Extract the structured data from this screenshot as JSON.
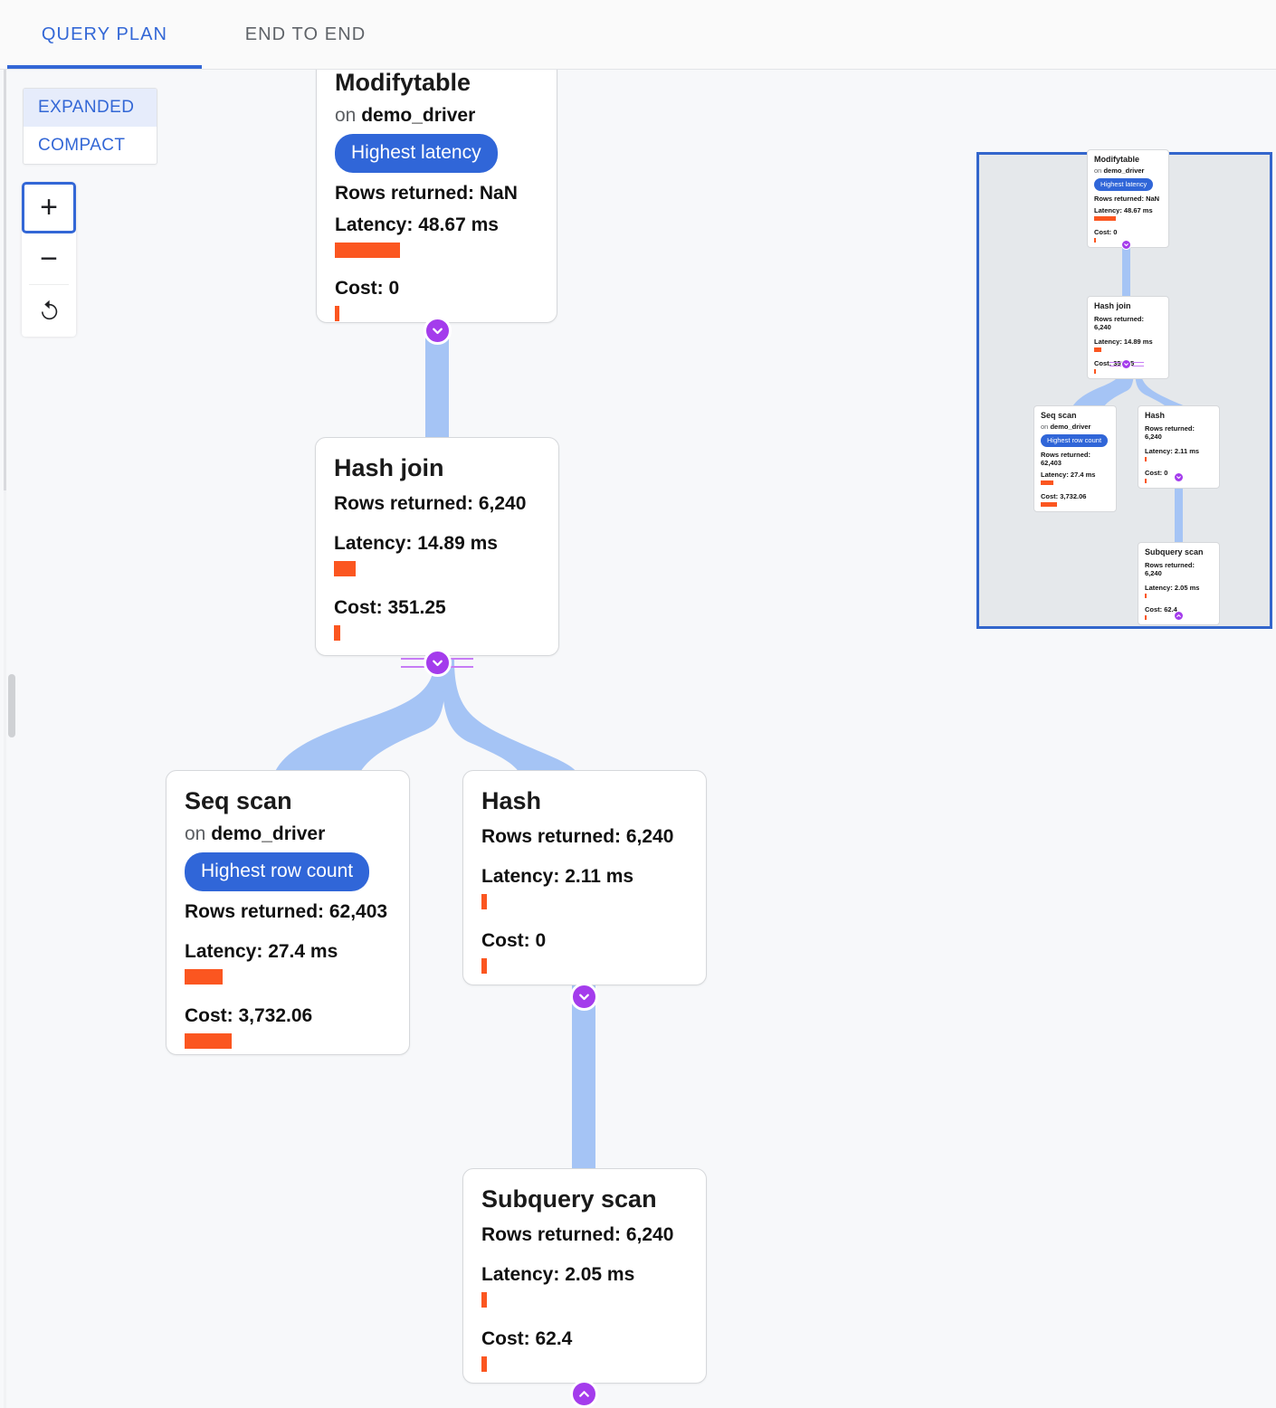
{
  "tabs": [
    {
      "id": "query-plan",
      "label": "QUERY PLAN",
      "active": true
    },
    {
      "id": "end-to-end",
      "label": "END TO END",
      "active": false
    }
  ],
  "view_mode": {
    "expanded_label": "EXPANDED",
    "compact_label": "COMPACT",
    "selected": "EXPANDED"
  },
  "zoom_controls": {
    "zoom_in_label": "+",
    "zoom_out_label": "−",
    "reset_label": "↺"
  },
  "colors": {
    "accent_blue": "#3367d6",
    "badge_blue": "#3066d8",
    "bar_orange": "#fb5620",
    "connector_blue": "#a5c4f5",
    "toggle_purple": "#a43cec",
    "minimap_bg": "#e5e8eb",
    "minimap_border": "#3366cc",
    "canvas_bg": "#f7f8fa"
  },
  "graph": {
    "nodes": [
      {
        "id": "modifytable",
        "title": "Modifytable",
        "on_prefix": "on ",
        "relation": "demo_driver",
        "badge": "Highest latency",
        "rows_label": "Rows returned: NaN",
        "latency_label": "Latency: 48.67 ms",
        "latency_bar_width": 72,
        "cost_label": "Cost: 0",
        "cost_bar_width": 5
      },
      {
        "id": "hash-join",
        "title": "Hash join",
        "on_prefix": null,
        "relation": null,
        "badge": null,
        "rows_label": "Rows returned: 6,240",
        "latency_label": "Latency: 14.89 ms",
        "latency_bar_width": 24,
        "cost_label": "Cost: 351.25",
        "cost_bar_width": 7
      },
      {
        "id": "seq-scan",
        "title": "Seq scan",
        "on_prefix": "on ",
        "relation": "demo_driver",
        "badge": "Highest row count",
        "rows_label": "Rows returned: 62,403",
        "latency_label": "Latency: 27.4 ms",
        "latency_bar_width": 42,
        "cost_label": "Cost: 3,732.06",
        "cost_bar_width": 52
      },
      {
        "id": "hash",
        "title": "Hash",
        "on_prefix": null,
        "relation": null,
        "badge": null,
        "rows_label": "Rows returned: 6,240",
        "latency_label": "Latency: 2.11 ms",
        "latency_bar_width": 6,
        "cost_label": "Cost: 0",
        "cost_bar_width": 5
      },
      {
        "id": "subquery-scan",
        "title": "Subquery scan",
        "on_prefix": null,
        "relation": null,
        "badge": null,
        "rows_label": "Rows returned: 6,240",
        "latency_label": "Latency: 2.05 ms",
        "latency_bar_width": 6,
        "cost_label": "Cost: 62.4",
        "cost_bar_width": 5
      }
    ],
    "edges": [
      {
        "from": "modifytable",
        "to": "hash-join"
      },
      {
        "from": "hash-join",
        "to": "seq-scan"
      },
      {
        "from": "hash-join",
        "to": "hash"
      },
      {
        "from": "hash",
        "to": "subquery-scan"
      }
    ],
    "toggles": [
      {
        "id": "toggle-modifytable",
        "direction": "down"
      },
      {
        "id": "toggle-hash-join",
        "direction": "down",
        "has_double_lines": true
      },
      {
        "id": "toggle-hash",
        "direction": "down"
      },
      {
        "id": "toggle-subquery-scan",
        "direction": "up"
      }
    ]
  },
  "minimap": {
    "visible": true,
    "nodes": [
      {
        "id": "mm-modifytable",
        "title": "Modifytable",
        "on_prefix": "on ",
        "relation": "demo_driver",
        "badge": "Highest latency",
        "rows_label": "Rows returned: NaN",
        "latency_label": "Latency: 48.67 ms",
        "latency_bar_width": 24,
        "cost_label": "Cost: 0",
        "cost_bar_width": 2
      },
      {
        "id": "mm-hash-join",
        "title": "Hash join",
        "on_prefix": null,
        "relation": null,
        "badge": null,
        "rows_label": "Rows returned: 6,240",
        "latency_label": "Latency: 14.89 ms",
        "latency_bar_width": 8,
        "cost_label": "Cost: 351.25",
        "cost_bar_width": 2
      },
      {
        "id": "mm-seq-scan",
        "title": "Seq scan",
        "on_prefix": "on ",
        "relation": "demo_driver",
        "badge": "Highest row count",
        "rows_label": "Rows returned: 62,403",
        "latency_label": "Latency: 27.4 ms",
        "latency_bar_width": 14,
        "cost_label": "Cost: 3,732.06",
        "cost_bar_width": 18
      },
      {
        "id": "mm-hash",
        "title": "Hash",
        "on_prefix": null,
        "relation": null,
        "badge": null,
        "rows_label": "Rows returned: 6,240",
        "latency_label": "Latency: 2.11 ms",
        "latency_bar_width": 2,
        "cost_label": "Cost: 0",
        "cost_bar_width": 2
      },
      {
        "id": "mm-subquery-scan",
        "title": "Subquery scan",
        "on_prefix": null,
        "relation": null,
        "badge": null,
        "rows_label": "Rows returned: 6,240",
        "latency_label": "Latency: 2.05 ms",
        "latency_bar_width": 2,
        "cost_label": "Cost: 62.4",
        "cost_bar_width": 2
      }
    ]
  }
}
